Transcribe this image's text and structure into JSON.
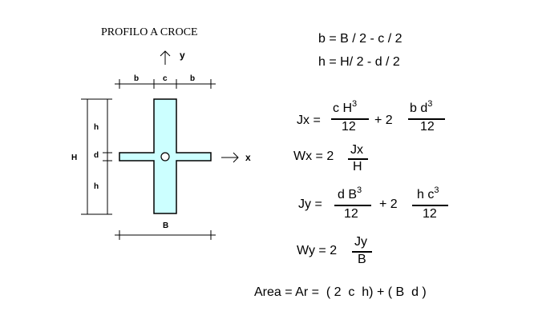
{
  "title": "PROFILO A CROCE",
  "axes": {
    "y": "y",
    "x": "x"
  },
  "dimensions": {
    "b": "b",
    "c": "c",
    "d": "d",
    "h": "h",
    "H": "H",
    "B": "B"
  },
  "colors": {
    "section_fill": "#ccffff",
    "line": "#000000",
    "background": "#ffffff"
  },
  "formulas": {
    "b_def": "b = B / 2 - c / 2",
    "h_def": "h = H/ 2 - d / 2",
    "jx": {
      "lhs": "Jx =",
      "t1_num_a": "c  H",
      "t1_num_exp": "3",
      "t1_den": "12",
      "op": "+  2",
      "t2_num_a": "b  d",
      "t2_num_exp": "3",
      "t2_den": "12"
    },
    "wx": {
      "lhs": "Wx = 2",
      "num": "Jx",
      "den": "H"
    },
    "jy": {
      "lhs": "Jy =",
      "t1_num_a": "d  B",
      "t1_num_exp": "3",
      "t1_den": "12",
      "op": "+  2",
      "t2_num_a": "h  c",
      "t2_num_exp": "3",
      "t2_den": "12"
    },
    "wy": {
      "lhs": "Wy = 2",
      "num": "Jy",
      "den": "B"
    },
    "area": "Area = Ar =  ( 2  c  h) + ( B  d )"
  }
}
